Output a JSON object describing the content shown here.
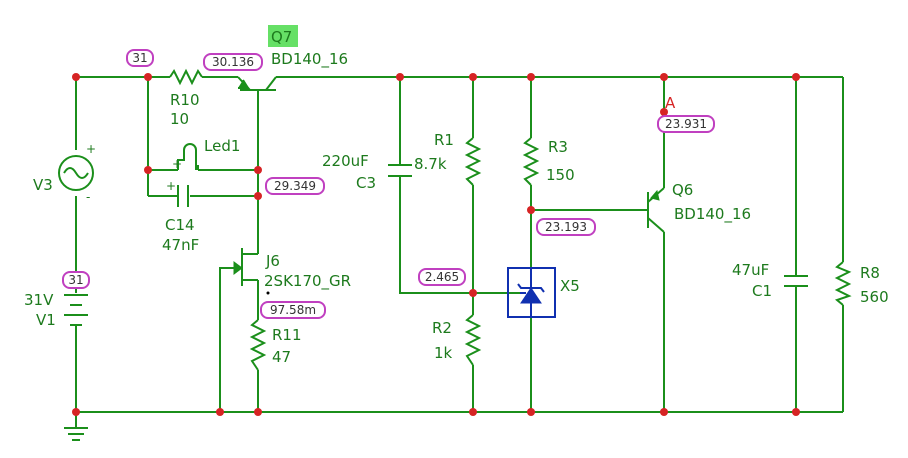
{
  "components": {
    "q7": {
      "ref": "Q7",
      "model": "BD140_16",
      "highlight": "#66e066"
    },
    "r10": {
      "ref": "R10",
      "value": "10"
    },
    "led1": {
      "ref": "Led1"
    },
    "c14": {
      "ref": "C14",
      "value": "47nF"
    },
    "v3": {
      "ref": "V3"
    },
    "v1": {
      "ref": "V1",
      "value": "31V"
    },
    "j6": {
      "ref": "J6",
      "model": "2SK170_GR"
    },
    "r11": {
      "ref": "R11",
      "value": "47"
    },
    "c3": {
      "ref": "C3",
      "value": "220uF"
    },
    "r1": {
      "ref": "R1",
      "value": "8.7k"
    },
    "r2": {
      "ref": "R2",
      "value": "1k"
    },
    "r3": {
      "ref": "R3",
      "value": "150"
    },
    "x5": {
      "ref": "X5"
    },
    "q6": {
      "ref": "Q6",
      "model": "BD140_16"
    },
    "c1": {
      "ref": "C1",
      "value": "47uF"
    },
    "r8": {
      "ref": "R8",
      "value": "560"
    }
  },
  "probe_a": {
    "label": "A"
  },
  "voltages": {
    "top_left": "31",
    "q7_emitter": "30.136",
    "a_node": "23.931",
    "led_node": "29.349",
    "x5_cathode": "23.193",
    "x5_ref": "2.465",
    "j6_source": "97.58m",
    "v1": "31"
  },
  "colors": {
    "wire": "#1b8f1b",
    "node": "#d62424",
    "probe_box": "#c040c0",
    "zener": "#1030b0"
  }
}
